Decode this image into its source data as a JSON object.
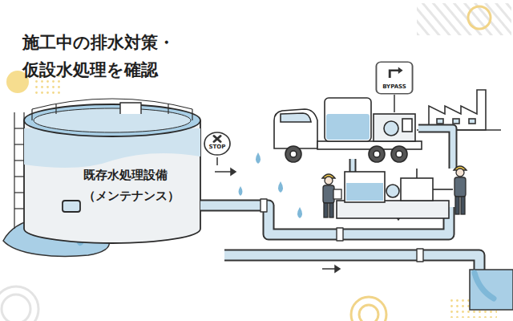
{
  "diagram": {
    "title": "施工中の排水対策・ 仮設水処理を確認",
    "nodes": [
      {
        "text": [
          "既存水処理設備 （メンテナンス）"
        ]
      },
      {
        "text": [
          "STOP"
        ]
      },
      {
        "text": [
          "BYPASS"
        ]
      }
    ]
  }
}
